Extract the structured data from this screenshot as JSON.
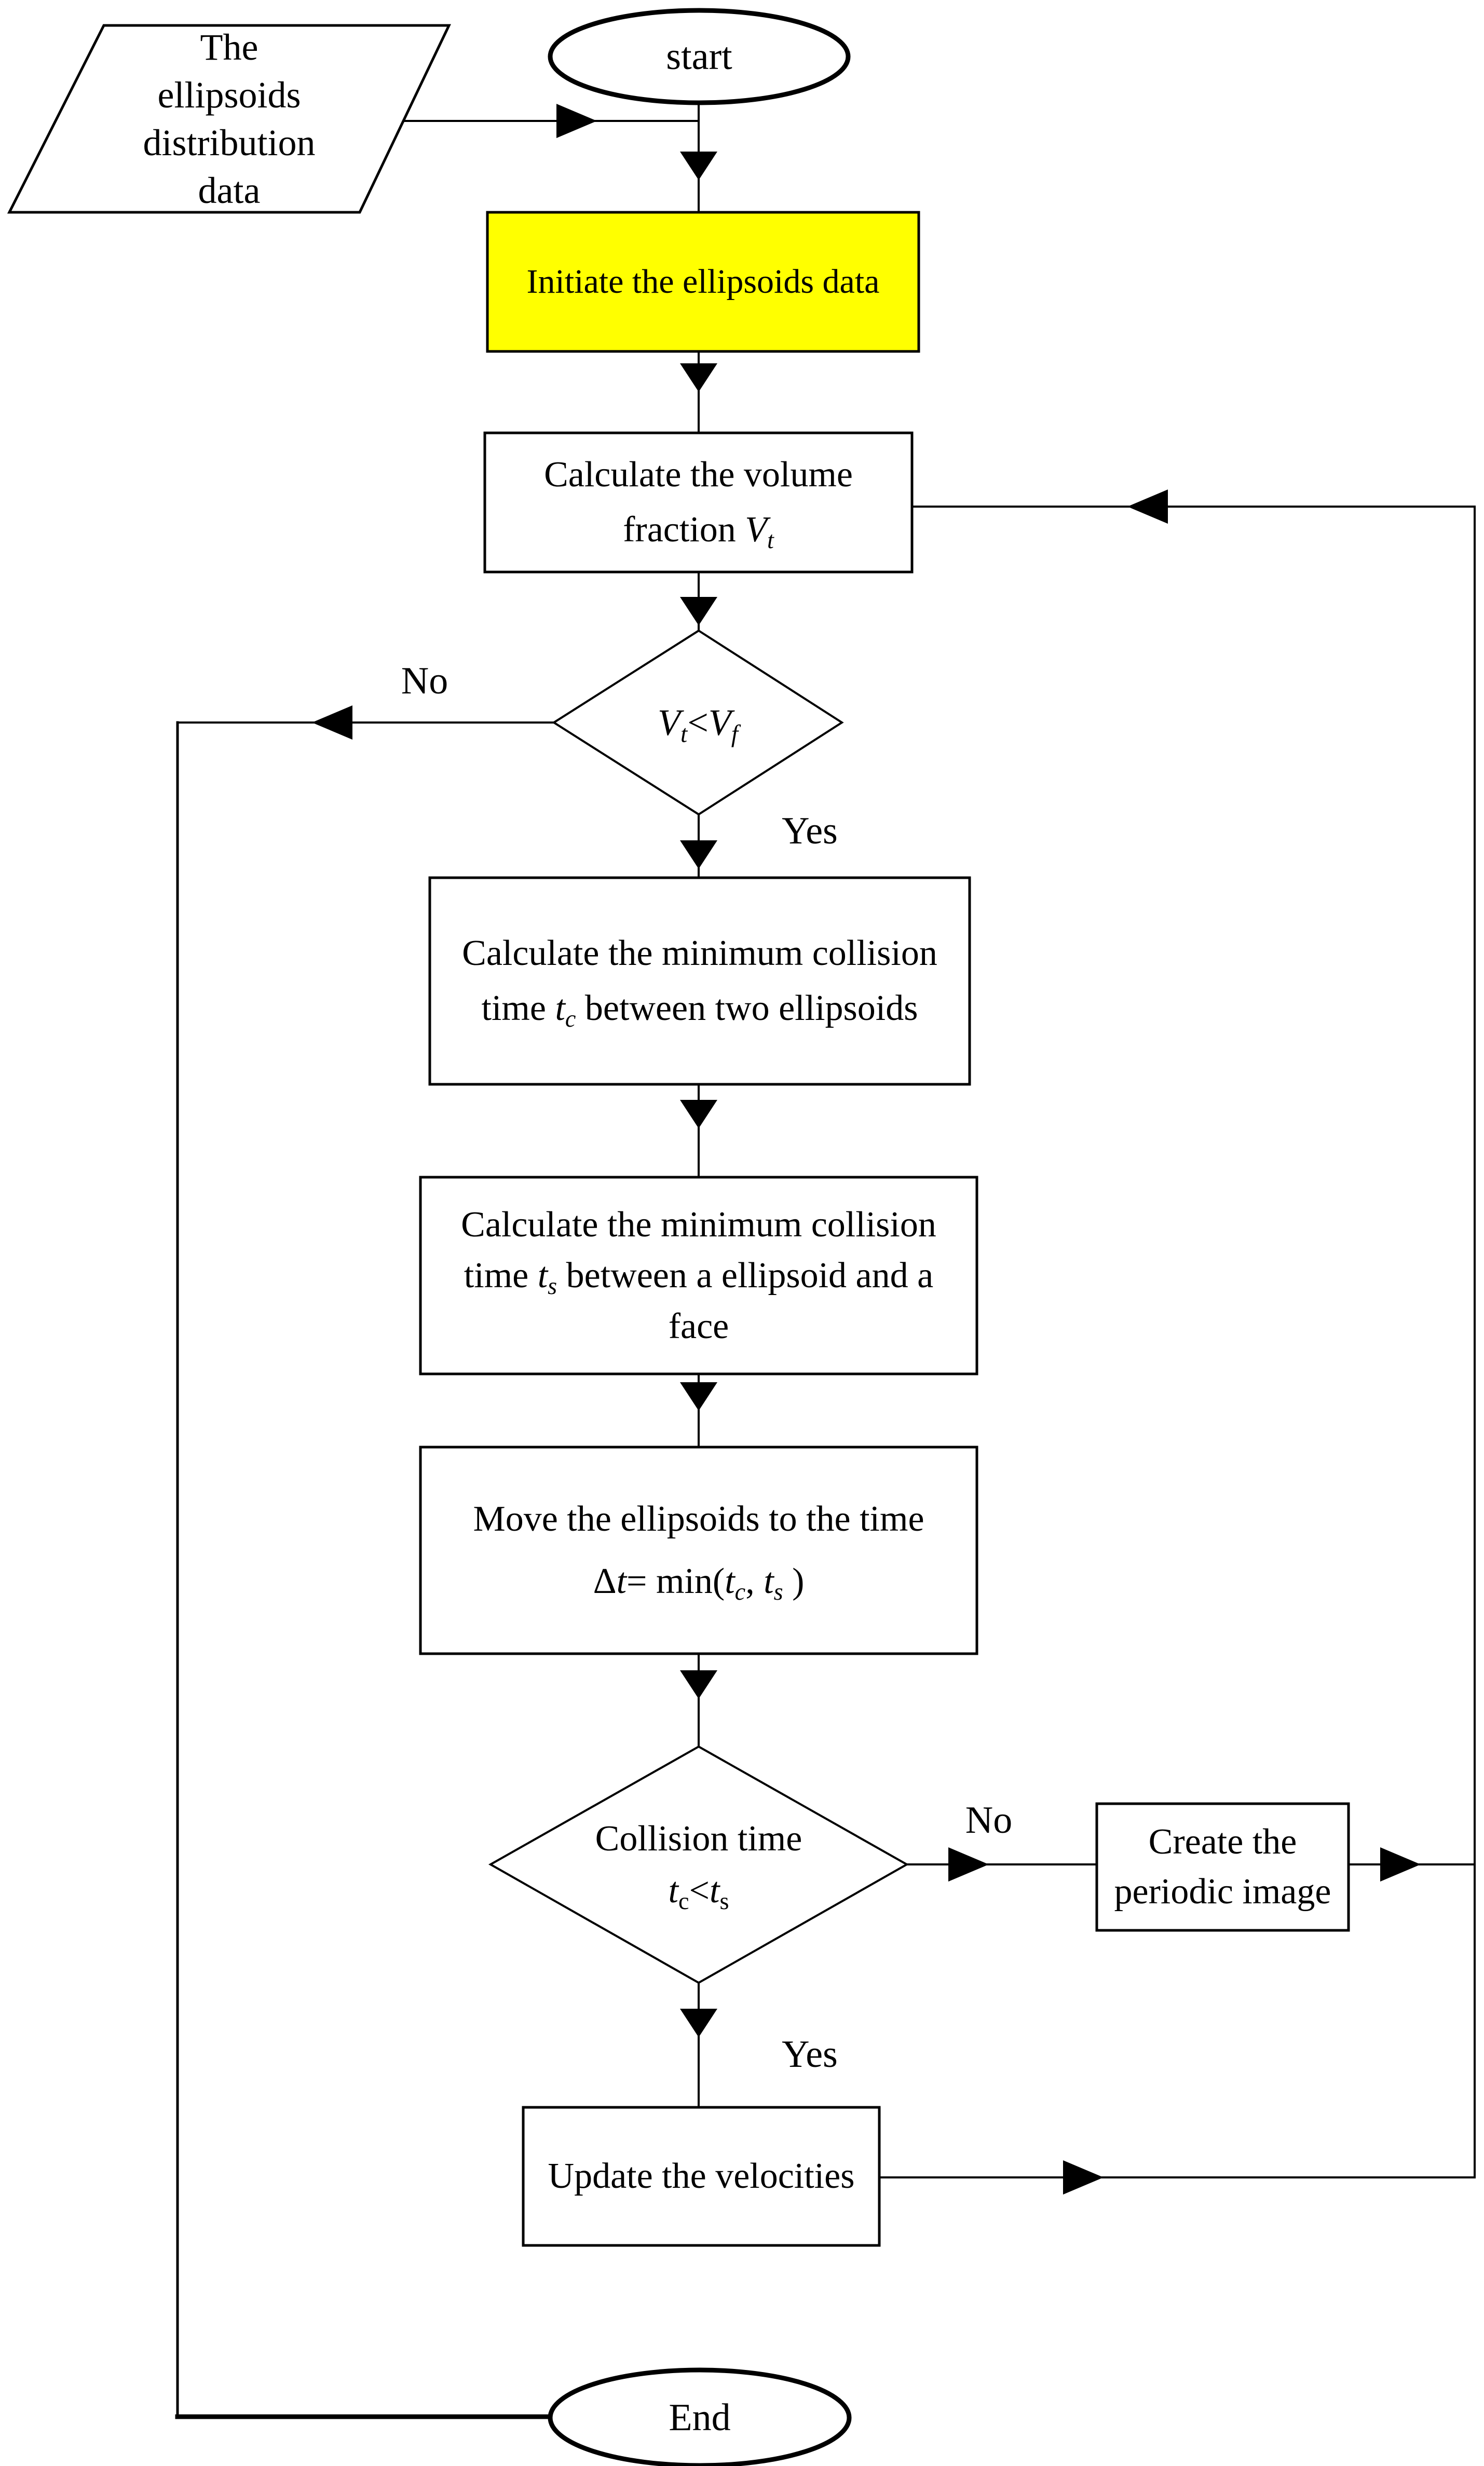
{
  "colors": {
    "highlight": "#ffff00",
    "ink": "#000000",
    "background": "#ffffff"
  },
  "edge_labels": {
    "volume_no": "No",
    "volume_yes": "Yes",
    "collision_no": "No",
    "collision_yes": "Yes"
  },
  "nodes": {
    "input_data": {
      "line1": "The",
      "line2": "ellipsoids",
      "line3": "distribution",
      "line4": "data"
    },
    "start": {
      "label": "start"
    },
    "initiate": {
      "label": "Initiate the ellipsoids data"
    },
    "volume_fraction": {
      "line1": "Calculate the volume",
      "line2_text": "fraction ",
      "var": "V",
      "var_sub": "t"
    },
    "volume_decision": {
      "left_var": "V",
      "left_sub": "t",
      "operator": "<",
      "right_var": "V",
      "right_sub": "f"
    },
    "collision_ellipsoids": {
      "line1": "Calculate the minimum collision",
      "line2_pre": "time ",
      "var": "t",
      "var_sub": "c",
      "line2_post": " between two ellipsoids"
    },
    "collision_face": {
      "line1": "Calculate the minimum collision",
      "line2_pre": "time ",
      "var": "t",
      "var_sub": "s",
      "line2_post": " between a ellipsoid and a",
      "line3": "face"
    },
    "move_ellipsoids": {
      "line1": "Move the ellipsoids to the time",
      "delta": "Δ",
      "t": "t",
      "equals": "= min(",
      "tc": "t",
      "tc_sub": "c",
      "separator": ", ",
      "ts": "t",
      "ts_sub": "s",
      "close_paren": " )"
    },
    "collision_decision": {
      "line1": "Collision time",
      "left_var": "t",
      "left_sub": "c",
      "operator": "<",
      "right_var": "t",
      "right_sub": "s"
    },
    "create_periodic": {
      "line1": "Create the",
      "line2": "periodic image"
    },
    "update_velocities": {
      "label": "Update the velocities"
    },
    "end": {
      "label": "End"
    }
  }
}
